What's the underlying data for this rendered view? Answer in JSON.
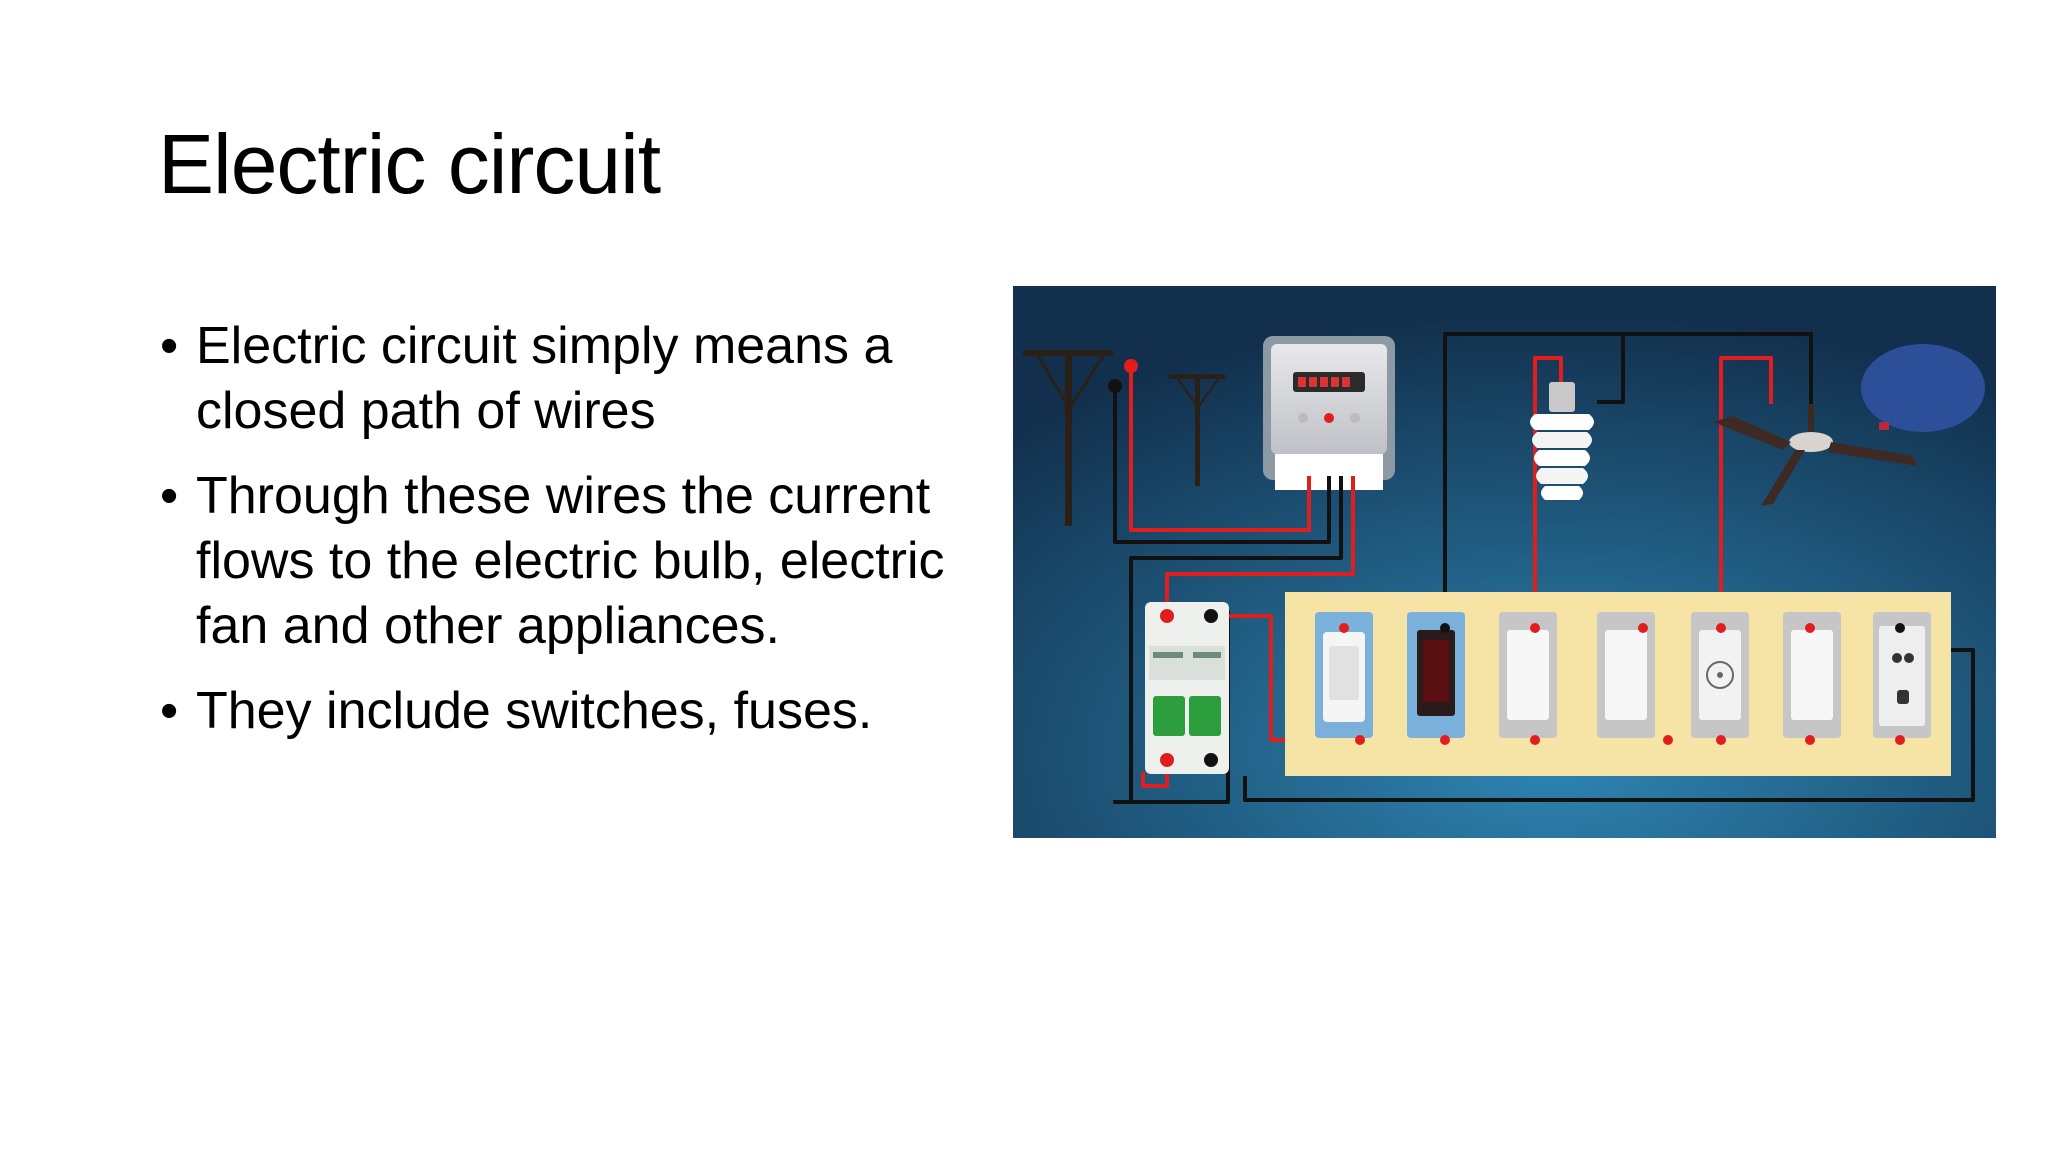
{
  "slide": {
    "title": "Electric circuit",
    "bullets": [
      "Electric circuit simply means a closed path of wires",
      "Through these wires the current flows to the electric bulb, electric fan and other appliances.",
      "They include switches, fuses."
    ]
  },
  "diagram": {
    "background_colors": [
      "#2e86b3",
      "#12304d"
    ],
    "wire_colors": {
      "live": "#e01e1e",
      "neutral": "#111111"
    },
    "board_color": "#f6e3a6",
    "icons": [
      "utility-pole-icon",
      "energy-meter-icon",
      "circuit-breaker-icon",
      "cfl-bulb-icon",
      "ceiling-fan-icon",
      "switch-icon",
      "fan-switch-icon",
      "power-socket-icon"
    ]
  }
}
